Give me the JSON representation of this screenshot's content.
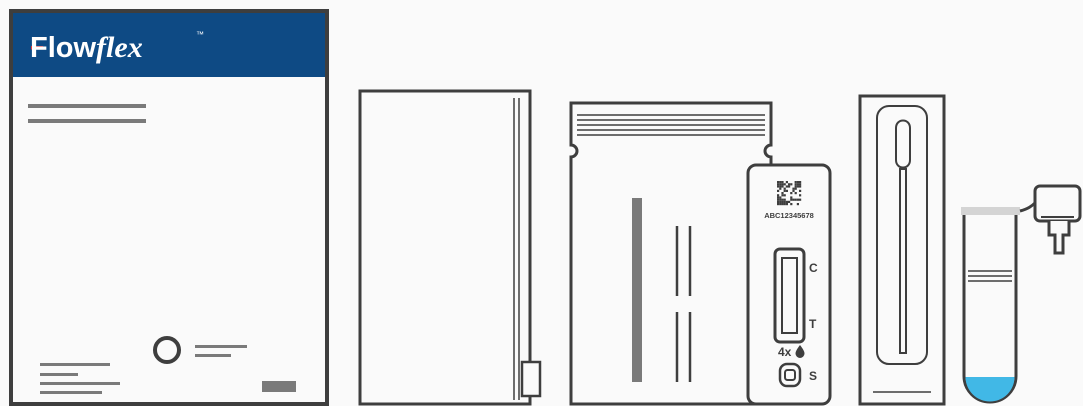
{
  "instructions_leaflet": {
    "brand_prefix": "Flow",
    "brand_suffix": "flex",
    "trademark": "™",
    "brand_bar_color": "#0e4a84",
    "brand_dash_color": "#e42c2c"
  },
  "test_cassette": {
    "lot_code": "ABC12345678",
    "control_label": "C",
    "test_label": "T",
    "drops_label": "4x",
    "sample_label": "S"
  },
  "extraction_tube": {
    "buffer_color": "#41b8e6"
  }
}
